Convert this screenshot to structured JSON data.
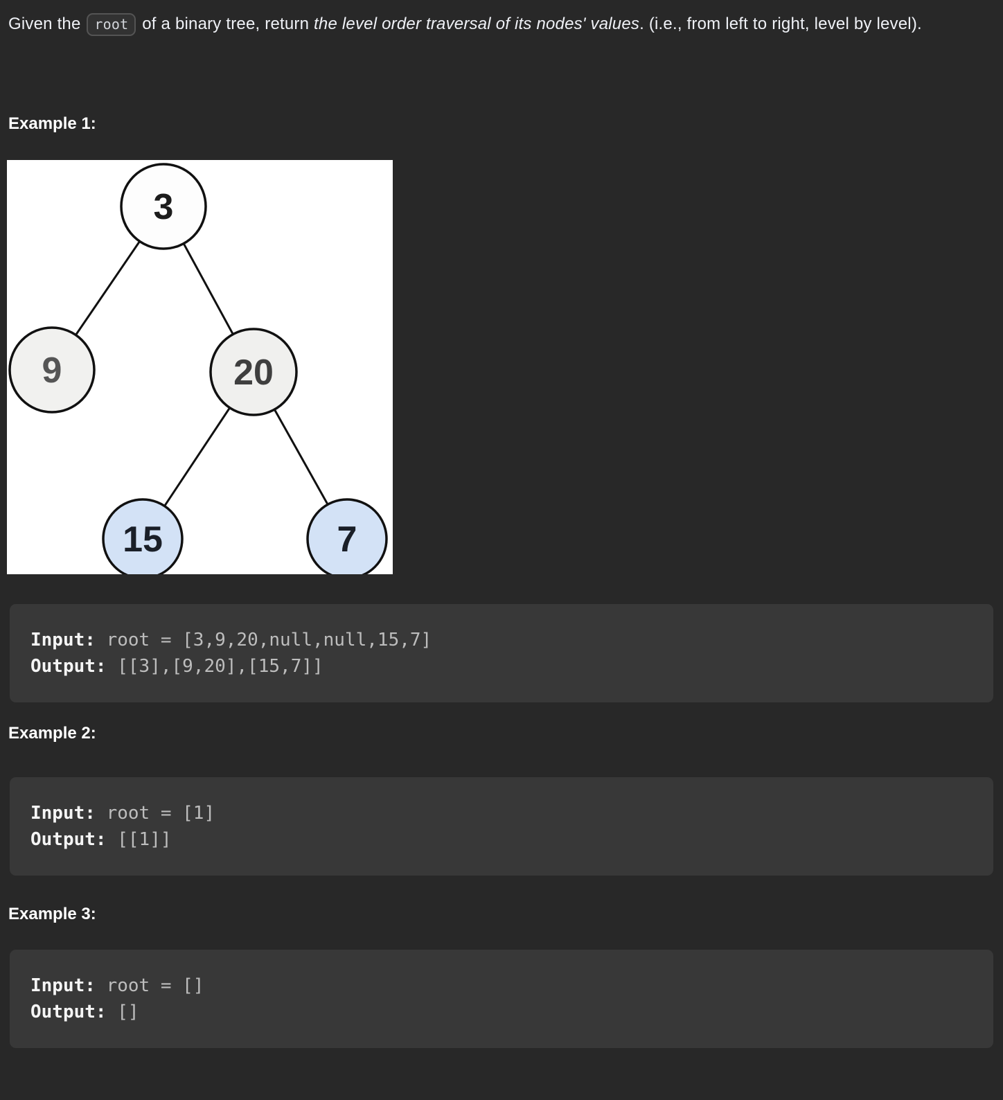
{
  "description": {
    "text_before_code": "Given the ",
    "inline_code": "root",
    "text_after_code": " of a binary tree, return ",
    "italic_text": "the level order traversal of its nodes' values",
    "text_end": ". (i.e., from left to right, level by level)."
  },
  "examples": [
    {
      "heading": "Example 1:",
      "input_label": "Input:",
      "input_value": "root = [3,9,20,null,null,15,7]",
      "output_label": "Output:",
      "output_value": "[[3],[9,20],[15,7]]"
    },
    {
      "heading": "Example 2:",
      "input_label": "Input:",
      "input_value": "root = [1]",
      "output_label": "Output:",
      "output_value": "[[1]]"
    },
    {
      "heading": "Example 3:",
      "input_label": "Input:",
      "input_value": "root = []",
      "output_label": "Output:",
      "output_value": "[]"
    }
  ],
  "tree_diagram": {
    "background": "#ffffff",
    "outline_color": "#111111",
    "nodes": [
      {
        "value": "3",
        "fill": "#fdfdfd",
        "text_color": "#1c1c1c"
      },
      {
        "value": "9",
        "fill": "#f1f1ef",
        "text_color": "#555555"
      },
      {
        "value": "20",
        "fill": "#f0f0ee",
        "text_color": "#3f3f3f"
      },
      {
        "value": "15",
        "fill": "#d3e2f6",
        "text_color": "#1a1f28"
      },
      {
        "value": "7",
        "fill": "#d3e2f6",
        "text_color": "#1a1f28"
      }
    ],
    "edges": [
      [
        "3",
        "9"
      ],
      [
        "3",
        "20"
      ],
      [
        "20",
        "15"
      ],
      [
        "20",
        "7"
      ]
    ]
  },
  "colors": {
    "page_background": "#282828",
    "code_block_background": "#383838",
    "body_text": "#eff1f6",
    "code_value_text": "#bdbdbd",
    "inline_code_border": "#545454"
  }
}
